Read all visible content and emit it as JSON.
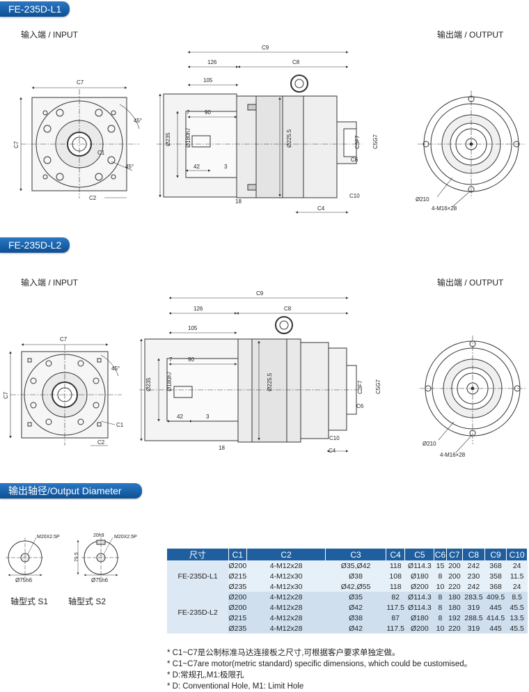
{
  "models": {
    "l1": {
      "title": "FE-235D-L1",
      "input": "输入端 / INPUT",
      "output": "输出端 / OUTPUT"
    },
    "l2": {
      "title": "FE-235D-L2",
      "input": "输入端 / INPUT",
      "output": "输出端 / OUTPUT"
    }
  },
  "dims": {
    "c1": "C1",
    "c2": "C2",
    "c3": "C3",
    "c4": "C4",
    "c5": "C5G7",
    "c6": "C6",
    "c3b": "C3F7",
    "c7": "C7",
    "c8": "C8",
    "c9": "C9",
    "c10": "C10",
    "d126": "126",
    "d105": "105",
    "d90": "90",
    "d7": "7",
    "d42": "42",
    "d3": "3",
    "d18": "18",
    "d235": "Ø235",
    "d180": "Ø180h7",
    "d225": "Ø225.5",
    "d210": "Ø210",
    "holes": "4-M16×28",
    "a45": "45°"
  },
  "output_diameter": {
    "title": "输出轴径/Output Diameter",
    "s1": {
      "label": "轴型式 S1",
      "thread": "M20X2.5P",
      "dia": "Ø75h6"
    },
    "s2": {
      "label": "轴型式 S2",
      "thread": "M20X2.5P",
      "key": "20h9",
      "height": "79.5",
      "dia": "Ø75h6"
    }
  },
  "table": {
    "headers": [
      "尺寸",
      "C1",
      "C2",
      "C3",
      "C4",
      "C5",
      "C6",
      "C7",
      "C8",
      "C9",
      "C10"
    ],
    "groups": [
      {
        "model": "FE-235D-L1",
        "rows": [
          [
            "Ø200",
            "4-M12x28",
            "Ø35,Ø42",
            "118",
            "Ø114.3",
            "15",
            "200",
            "242",
            "368",
            "24"
          ],
          [
            "Ø215",
            "4-M12x30",
            "Ø38",
            "108",
            "Ø180",
            "8",
            "200",
            "230",
            "358",
            "11.5"
          ],
          [
            "Ø235",
            "4-M12x30",
            "Ø42,Ø55",
            "118",
            "Ø200",
            "10",
            "220",
            "242",
            "368",
            "24"
          ]
        ]
      },
      {
        "model": "FE-235D-L2",
        "rows": [
          [
            "Ø200",
            "4-M12x28",
            "Ø35",
            "82",
            "Ø114.3",
            "8",
            "180",
            "283.5",
            "409.5",
            "8.5"
          ],
          [
            "Ø200",
            "4-M12x28",
            "Ø42",
            "117.5",
            "Ø114.3",
            "8",
            "180",
            "319",
            "445",
            "45.5"
          ],
          [
            "Ø215",
            "4-M12x28",
            "Ø38",
            "87",
            "Ø180",
            "8",
            "192",
            "288.5",
            "414.5",
            "13.5"
          ],
          [
            "Ø235",
            "4-M12x28",
            "Ø42",
            "117.5",
            "Ø200",
            "10",
            "220",
            "319",
            "445",
            "45.5"
          ]
        ]
      }
    ]
  },
  "notes": [
    "* C1~C7是公制标准马达连接板之尺寸,可根据客户要求单独定做。",
    "* C1~C7are motor(metric standard)  specific dimensions, which could be customised。",
    "* D:常规孔,M1:极限孔",
    "* D: Conventional Hole, M1: Limit Hole"
  ],
  "colors": {
    "accent": "#1f5f9f",
    "line": "#333333",
    "fill": "#f2f2f2"
  }
}
